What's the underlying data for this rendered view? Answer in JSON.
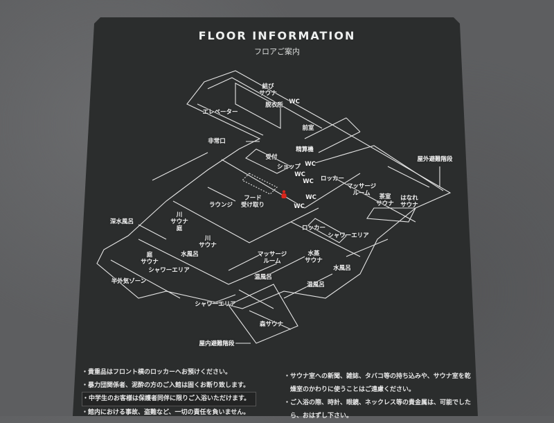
{
  "header": {
    "title": "FLOOR INFORMATION",
    "subtitle": "フロアご案内"
  },
  "map": {
    "labels": [
      "結び\nサウナ",
      "脱衣所",
      "WC",
      "エレベーター",
      "前室",
      "非常口",
      "精算機",
      "受付",
      "ショップ",
      "WC",
      "WC",
      "WC",
      "ロッカー",
      "マッサージ\nルーム",
      "屋外避難階段",
      "フード\n受け取り",
      "ラウンジ",
      "WC",
      "WC",
      "茶室\nサウナ",
      "はなれ\nサウナ",
      "深水風呂",
      "川\nサウナ\n庭",
      "川\nサウナ",
      "水風呂",
      "庭\nサウナ",
      "シャワーエリア",
      "半外気ゾーン",
      "ロッカー",
      "シャワーエリア",
      "マッサージ\nルーム",
      "水蒸\nサウナ",
      "水風呂",
      "温風呂",
      "温風呂",
      "シャワーエリア",
      "森サウナ",
      "屋内避難階段"
    ],
    "current_location_icon": "person-marker",
    "marker_color": "#d9261c"
  },
  "notes": {
    "left": [
      "・貴重品はフロント横のロッカーへお預けください。",
      "・暴力団関係者、泥酔の方のご入館は固くお断り致します。",
      "・中学生のお客様は保護者同伴に限りご入浴いただけます。",
      "・館内における事故、盗難など、一切の責任を負いません。"
    ],
    "right": [
      "・サウナ室への新聞、雑誌、タバコ等の持ち込みや、サウナ室を乾",
      "　燥室のかわりに使うことはご遠慮ください。",
      "・ご入浴の際、時計、眼鏡、ネックレス等の貴金属は、可能でした",
      "　ら、おはずし下さい。"
    ]
  }
}
